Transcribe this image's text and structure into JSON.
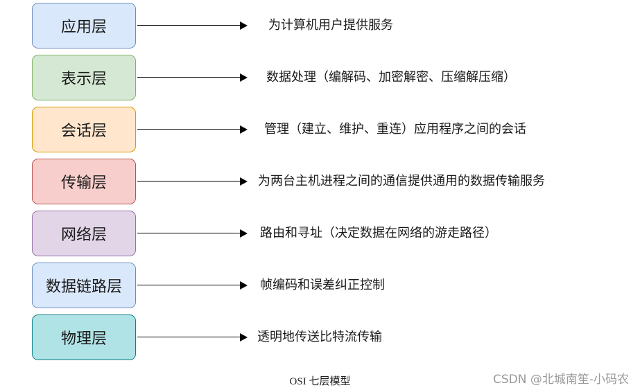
{
  "layers": [
    {
      "name": "应用层",
      "description": "为计算机用户提供服务",
      "fill": "#dae8fc",
      "stroke": "#6c8ebf"
    },
    {
      "name": "表示层",
      "description": "数据处理（编解码、加密解密、压缩解压缩）",
      "fill": "#d5e8d4",
      "stroke": "#82b366"
    },
    {
      "name": "会话层",
      "description": "管理（建立、维护、重连）应用程序之间的会话",
      "fill": "#ffe6cc",
      "stroke": "#d79b00"
    },
    {
      "name": "传输层",
      "description": "为两台主机进程之间的通信提供通用的数据传输服务",
      "fill": "#f8cecc",
      "stroke": "#b85450"
    },
    {
      "name": "网络层",
      "description": "路由和寻址（决定数据在网络的游走路径）",
      "fill": "#e1d5e7",
      "stroke": "#9673a6"
    },
    {
      "name": "数据链路层",
      "description": "帧编码和误差纠正控制",
      "fill": "#dae8fc",
      "stroke": "#6c8ebf"
    },
    {
      "name": "物理层",
      "description": "透明地传送比特流传输",
      "fill": "#b0e3e6",
      "stroke": "#0e8088"
    }
  ],
  "caption": "OSI 七层模型",
  "watermark": "CSDN @北城南笙-小码农"
}
